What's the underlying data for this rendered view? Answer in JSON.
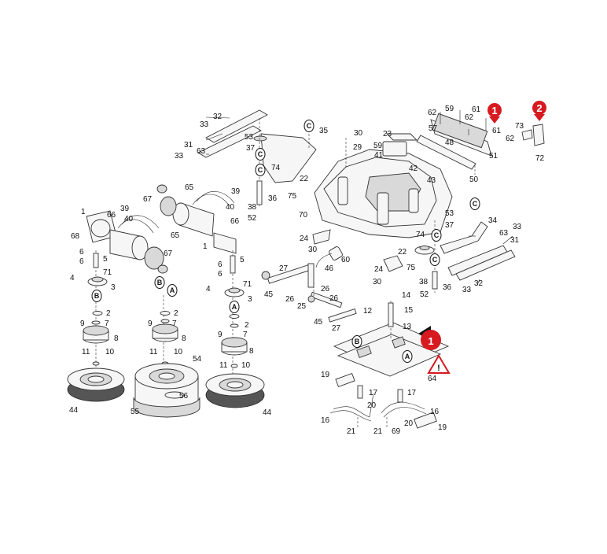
{
  "labels": [
    {
      "id": "l1",
      "text": "1"
    },
    {
      "id": "l2",
      "text": "1"
    },
    {
      "id": "l3",
      "text": "2"
    },
    {
      "id": "l4",
      "text": "2"
    },
    {
      "id": "l5",
      "text": "2"
    },
    {
      "id": "l6",
      "text": "3"
    },
    {
      "id": "l7",
      "text": "3"
    },
    {
      "id": "l8",
      "text": "4"
    },
    {
      "id": "l9",
      "text": "4"
    },
    {
      "id": "l10",
      "text": "5"
    },
    {
      "id": "l11",
      "text": "5"
    },
    {
      "id": "l12",
      "text": "6"
    },
    {
      "id": "l13",
      "text": "6"
    },
    {
      "id": "l14",
      "text": "6"
    },
    {
      "id": "l15",
      "text": "6"
    },
    {
      "id": "l16",
      "text": "7"
    },
    {
      "id": "l17",
      "text": "7"
    },
    {
      "id": "l18",
      "text": "7"
    },
    {
      "id": "l19",
      "text": "8"
    },
    {
      "id": "l20",
      "text": "8"
    },
    {
      "id": "l21",
      "text": "8"
    },
    {
      "id": "l22",
      "text": "9"
    },
    {
      "id": "l23",
      "text": "9"
    },
    {
      "id": "l24",
      "text": "9"
    },
    {
      "id": "l25",
      "text": "10"
    },
    {
      "id": "l26",
      "text": "10"
    },
    {
      "id": "l27",
      "text": "10"
    },
    {
      "id": "l28",
      "text": "11"
    },
    {
      "id": "l29",
      "text": "11"
    },
    {
      "id": "l30",
      "text": "11"
    },
    {
      "id": "l31",
      "text": "12"
    },
    {
      "id": "l32",
      "text": "13"
    },
    {
      "id": "l33",
      "text": "14"
    },
    {
      "id": "l34",
      "text": "15"
    },
    {
      "id": "l35",
      "text": "16"
    },
    {
      "id": "l36",
      "text": "16"
    },
    {
      "id": "l37",
      "text": "17"
    },
    {
      "id": "l38",
      "text": "17"
    },
    {
      "id": "l39",
      "text": "19"
    },
    {
      "id": "l40",
      "text": "19"
    },
    {
      "id": "l41",
      "text": "20"
    },
    {
      "id": "l42",
      "text": "20"
    },
    {
      "id": "l43",
      "text": "21"
    },
    {
      "id": "l44",
      "text": "21"
    },
    {
      "id": "l45",
      "text": "22"
    },
    {
      "id": "l46",
      "text": "22"
    },
    {
      "id": "l47",
      "text": "23"
    },
    {
      "id": "l48",
      "text": "24"
    },
    {
      "id": "l49",
      "text": "24"
    },
    {
      "id": "l50",
      "text": "25"
    },
    {
      "id": "l51",
      "text": "26"
    },
    {
      "id": "l52",
      "text": "26"
    },
    {
      "id": "l53",
      "text": "26"
    },
    {
      "id": "l54",
      "text": "27"
    },
    {
      "id": "l55",
      "text": "27"
    },
    {
      "id": "l56",
      "text": "29"
    },
    {
      "id": "l57",
      "text": "30"
    },
    {
      "id": "l58",
      "text": "30"
    },
    {
      "id": "l59",
      "text": "30"
    },
    {
      "id": "l60",
      "text": "31"
    },
    {
      "id": "l61",
      "text": "31"
    },
    {
      "id": "l62",
      "text": "32"
    },
    {
      "id": "l63",
      "text": "32"
    },
    {
      "id": "l64",
      "text": "33"
    },
    {
      "id": "l65",
      "text": "33"
    },
    {
      "id": "l66",
      "text": "33"
    },
    {
      "id": "l67",
      "text": "33"
    },
    {
      "id": "l68",
      "text": "34"
    },
    {
      "id": "l69",
      "text": "35"
    },
    {
      "id": "l70",
      "text": "36"
    },
    {
      "id": "l71",
      "text": "36"
    },
    {
      "id": "l72",
      "text": "37"
    },
    {
      "id": "l73",
      "text": "37"
    },
    {
      "id": "l74",
      "text": "38"
    },
    {
      "id": "l75",
      "text": "38"
    },
    {
      "id": "l76",
      "text": "39"
    },
    {
      "id": "l77",
      "text": "39"
    },
    {
      "id": "l78",
      "text": "40"
    },
    {
      "id": "l79",
      "text": "40"
    },
    {
      "id": "l80",
      "text": "41"
    },
    {
      "id": "l81",
      "text": "42"
    },
    {
      "id": "l82",
      "text": "43"
    },
    {
      "id": "l83",
      "text": "44"
    },
    {
      "id": "l84",
      "text": "44"
    },
    {
      "id": "l85",
      "text": "45"
    },
    {
      "id": "l86",
      "text": "45"
    },
    {
      "id": "l87",
      "text": "46"
    },
    {
      "id": "l88",
      "text": "48"
    },
    {
      "id": "l89",
      "text": "50"
    },
    {
      "id": "l90",
      "text": "51"
    },
    {
      "id": "l91",
      "text": "52"
    },
    {
      "id": "l92",
      "text": "52"
    },
    {
      "id": "l93",
      "text": "53"
    },
    {
      "id": "l94",
      "text": "53"
    },
    {
      "id": "l95",
      "text": "54"
    },
    {
      "id": "l96",
      "text": "55"
    },
    {
      "id": "l97",
      "text": "56"
    },
    {
      "id": "l98",
      "text": "57"
    },
    {
      "id": "l99",
      "text": "59"
    },
    {
      "id": "l100",
      "text": "59"
    },
    {
      "id": "l101",
      "text": "60"
    },
    {
      "id": "l102",
      "text": "61"
    },
    {
      "id": "l103",
      "text": "61"
    },
    {
      "id": "l104",
      "text": "62"
    },
    {
      "id": "l105",
      "text": "62"
    },
    {
      "id": "l106",
      "text": "62"
    },
    {
      "id": "l107",
      "text": "63"
    },
    {
      "id": "l108",
      "text": "63"
    },
    {
      "id": "l109",
      "text": "64"
    },
    {
      "id": "l110",
      "text": "65"
    },
    {
      "id": "l111",
      "text": "65"
    },
    {
      "id": "l112",
      "text": "66"
    },
    {
      "id": "l113",
      "text": "66"
    },
    {
      "id": "l114",
      "text": "67"
    },
    {
      "id": "l115",
      "text": "67"
    },
    {
      "id": "l116",
      "text": "68"
    },
    {
      "id": "l117",
      "text": "69"
    },
    {
      "id": "l118",
      "text": "70"
    },
    {
      "id": "l119",
      "text": "71"
    },
    {
      "id": "l120",
      "text": "71"
    },
    {
      "id": "l121",
      "text": "72"
    },
    {
      "id": "l122",
      "text": "73"
    },
    {
      "id": "l123",
      "text": "74"
    },
    {
      "id": "l124",
      "text": "74"
    },
    {
      "id": "l125",
      "text": "75"
    },
    {
      "id": "l126",
      "text": "75"
    }
  ],
  "circle_letters": [
    {
      "id": "c1",
      "text": "C"
    },
    {
      "id": "c2",
      "text": "C"
    },
    {
      "id": "c3",
      "text": "C"
    },
    {
      "id": "c4",
      "text": "C"
    },
    {
      "id": "c5",
      "text": "C"
    },
    {
      "id": "c6",
      "text": "C"
    },
    {
      "id": "b1",
      "text": "B"
    },
    {
      "id": "b2",
      "text": "B"
    },
    {
      "id": "b3",
      "text": "B"
    },
    {
      "id": "a1",
      "text": "A"
    },
    {
      "id": "a2",
      "text": "A"
    },
    {
      "id": "a3",
      "text": "A"
    }
  ],
  "markers": [
    {
      "id": "m1",
      "text": "1"
    },
    {
      "id": "m2",
      "text": "2"
    },
    {
      "id": "m3",
      "text": "1"
    }
  ],
  "warning_symbol": "!",
  "colors": {
    "marker_red": "#d71920",
    "line": "#222222",
    "brush": "#555555"
  }
}
